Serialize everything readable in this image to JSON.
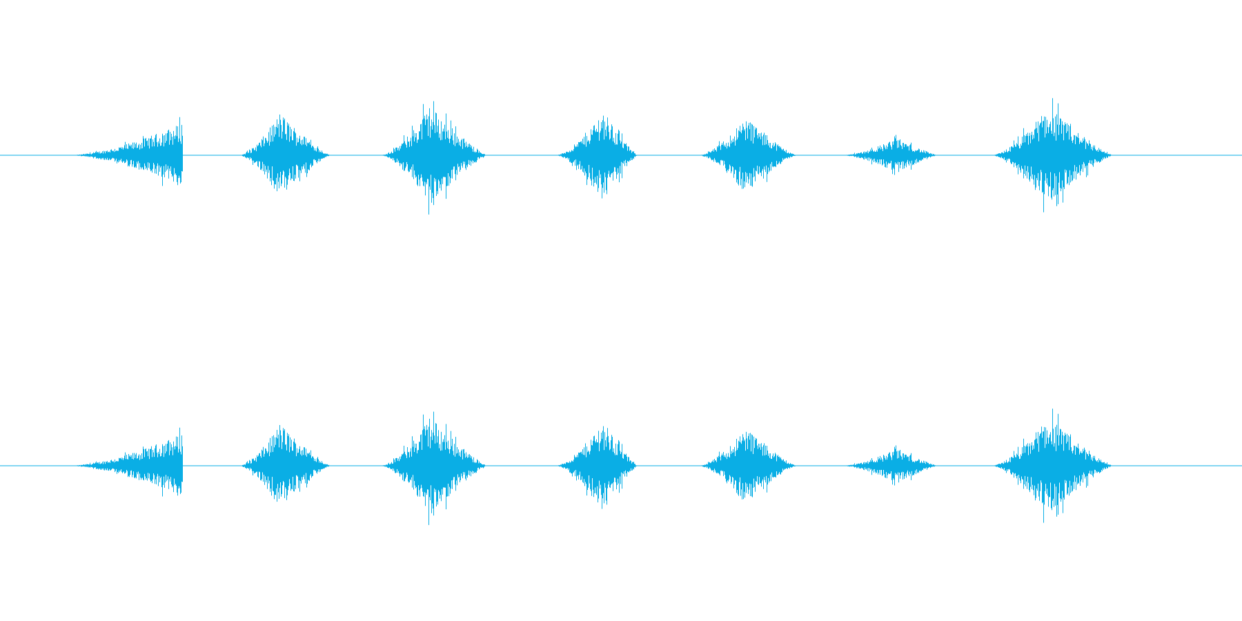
{
  "waveform": {
    "color": "#0aaee5",
    "background": "#ffffff",
    "channels": [
      {
        "channel": 1
      },
      {
        "channel": 2
      }
    ],
    "bursts": [
      {
        "start": 0.065,
        "end": 0.137,
        "peak": 0.155,
        "amplitude": 0.42
      },
      {
        "start": 0.202,
        "end": 0.256,
        "peak": 0.225,
        "amplitude": 0.48
      },
      {
        "start": 0.316,
        "end": 0.382,
        "peak": 0.346,
        "amplitude": 0.56
      },
      {
        "start": 0.457,
        "end": 0.503,
        "peak": 0.485,
        "amplitude": 0.52
      },
      {
        "start": 0.572,
        "end": 0.631,
        "peak": 0.6,
        "amplitude": 0.44
      },
      {
        "start": 0.687,
        "end": 0.745,
        "peak": 0.722,
        "amplitude": 0.2
      },
      {
        "start": 0.808,
        "end": 0.886,
        "peak": 0.843,
        "amplitude": 0.55
      }
    ]
  }
}
